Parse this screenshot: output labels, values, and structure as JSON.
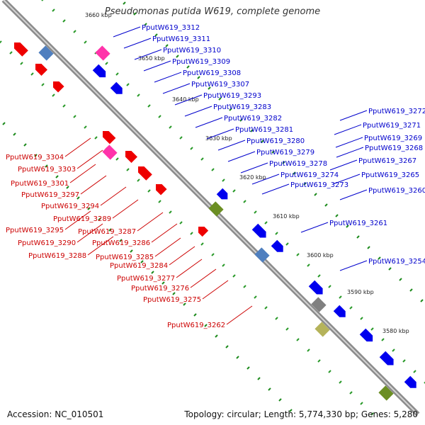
{
  "title": "Pseudomonas putida W619, complete genome",
  "footer": {
    "accession": "Accession: NC_010501",
    "topology": "Topology: circular; Length: 5,774,330 bp; Genes: 5,280"
  },
  "colors": {
    "forward_gene": "#0000ee",
    "reverse_gene": "#ee0000",
    "backbone": "#8c8c8c",
    "gc_tick": "#1c8a1c",
    "label_blue": "#0000cc",
    "label_red": "#cc0000"
  },
  "ruler": [
    "3660 kbp",
    "3650 kbp",
    "3640 kbp",
    "3630 kbp",
    "3620 kbp",
    "3610 kbp",
    "3600 kbp",
    "3590 kbp",
    "3580 kbp"
  ],
  "labels_blue": [
    "PputW619_3312",
    "PputW619_3311",
    "PputW619_3310",
    "PputW619_3309",
    "PputW619_3308",
    "PputW619_3307",
    "PputW619_3293",
    "PputW619_3283",
    "PputW619_3282",
    "PputW619_3281",
    "PputW619_3280",
    "PputW619_3279",
    "PputW619_3278",
    "PputW619_3274",
    "PputW619_3273",
    "PputW619_3272",
    "PputW619_3271",
    "PputW619_3269",
    "PputW619_3268",
    "PputW619_3267",
    "PputW619_3265",
    "PputW619_3260",
    "PputW619_3261",
    "PputW619_3254"
  ],
  "labels_red": [
    "PputW619_3304",
    "PputW619_3303",
    "PputW619_3301",
    "PputW619_3297",
    "PputW619_3294",
    "PputW619_3295",
    "PputW619_3289",
    "PputW619_3290",
    "PputW619_3287",
    "PputW619_3288",
    "PputW619_3286",
    "PputW619_3285",
    "PputW619_3284",
    "PputW619_3277",
    "PputW619_3276",
    "PputW619_3275",
    "PputW619_3262"
  ]
}
